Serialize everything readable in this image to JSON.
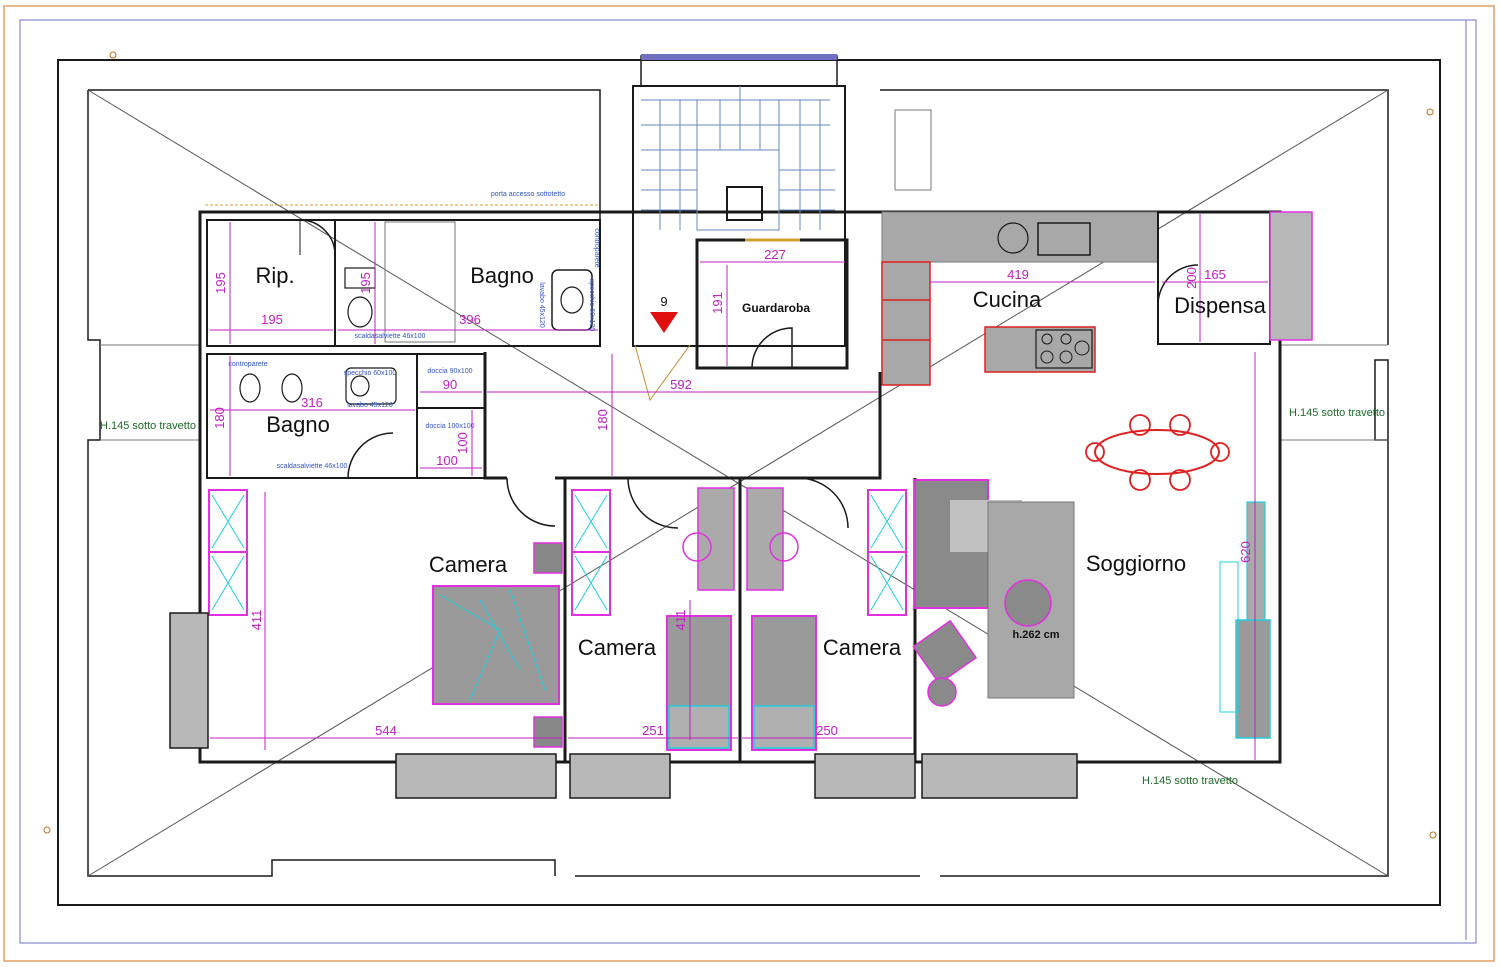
{
  "rooms": {
    "rip": "Rip.",
    "bagno_top": "Bagno",
    "bagno_left": "Bagno",
    "guardaroba": "Guardaroba",
    "cucina": "Cucina",
    "dispensa": "Dispensa",
    "camera_main": "Camera",
    "camera_mid_left": "Camera",
    "camera_mid_right": "Camera",
    "soggiorno": "Soggiorno"
  },
  "dimensions": {
    "d195_v": "195",
    "d195_h": "195",
    "d396": "396",
    "d195_small": "195",
    "d316": "316",
    "d180_left": "180",
    "d90": "90",
    "d100_v": "100",
    "d100_h": "100",
    "d227": "227",
    "d191": "191",
    "d592": "592",
    "d180_corr": "180",
    "d419": "419",
    "d200": "200",
    "d165": "165",
    "d411_left": "411",
    "d544": "544",
    "d411_mid": "411",
    "d251": "251",
    "d250": "250",
    "d620": "620"
  },
  "notes": {
    "porta_accesso": "porta accesso sottotetto",
    "h145_left": "H.145 sotto travetto",
    "h145_right": "H.145 sotto travetto",
    "h145_bottom": "H.145 sotto travetto",
    "h262": "h.262 cm",
    "level_marker": "9",
    "controparete_top": "controparete",
    "specchio": "specchio 60x120",
    "lavabo_top": "lavabo 45x120",
    "scaldasalviette_top": "scaldasalviette 46x100",
    "controparete_left": "controparete",
    "lavabo_left": "lavabo 45x120",
    "specchio_left": "specchio 60x100",
    "doccia_top": "doccia 90x100",
    "doccia_bottom": "doccia 100x100",
    "scaldasalviette_left": "scaldasalviette 46x100"
  },
  "colors": {
    "wall": "#1a1a1a",
    "dimension": "#c020c0",
    "furniture": "#9a9a9a",
    "furniture_edge": "#e030e0",
    "wardrobe": "#20d0e0",
    "kitchen_red": "#e02020",
    "stair_blue": "#6688bb",
    "frame_orange": "#e0a060",
    "frame_blue": "#7070c0"
  }
}
